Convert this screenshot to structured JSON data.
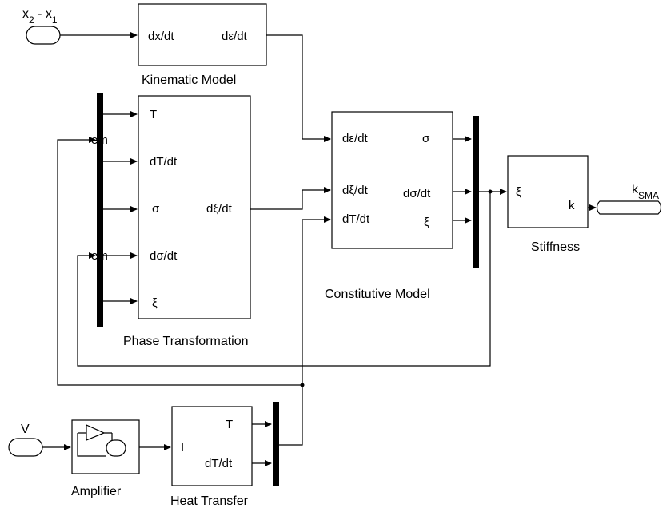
{
  "ports": {
    "input_x": {
      "main": "x",
      "sub_a": "2",
      "mid": " - x",
      "sub_b": "1"
    },
    "input_v": "V",
    "output_k": {
      "main": "k",
      "sub": "SMA"
    }
  },
  "blocks": {
    "kinematic": {
      "name": "Kinematic Model",
      "in": "dx/dt",
      "out": "dε/dt"
    },
    "phase": {
      "name": "Phase Transformation",
      "in": [
        "T",
        "dT/dt",
        "σ",
        "dσ/dt",
        "ξ"
      ],
      "out": "dξ/dt"
    },
    "constitutive": {
      "name": "Constitutive Model",
      "in": [
        "dε/dt",
        "dξ/dt",
        "dT/dt"
      ],
      "out": [
        "σ",
        "dσ/dt",
        "ξ"
      ]
    },
    "stiffness": {
      "name": "Stiffness",
      "in": "ξ",
      "out": "k"
    },
    "amplifier": {
      "name": "Amplifier"
    },
    "heat": {
      "name": "Heat Transfer",
      "in": "I",
      "out": [
        "T",
        "dT/dt"
      ]
    }
  },
  "bus_labels": {
    "em_top": "em",
    "em_bottom": "em"
  }
}
